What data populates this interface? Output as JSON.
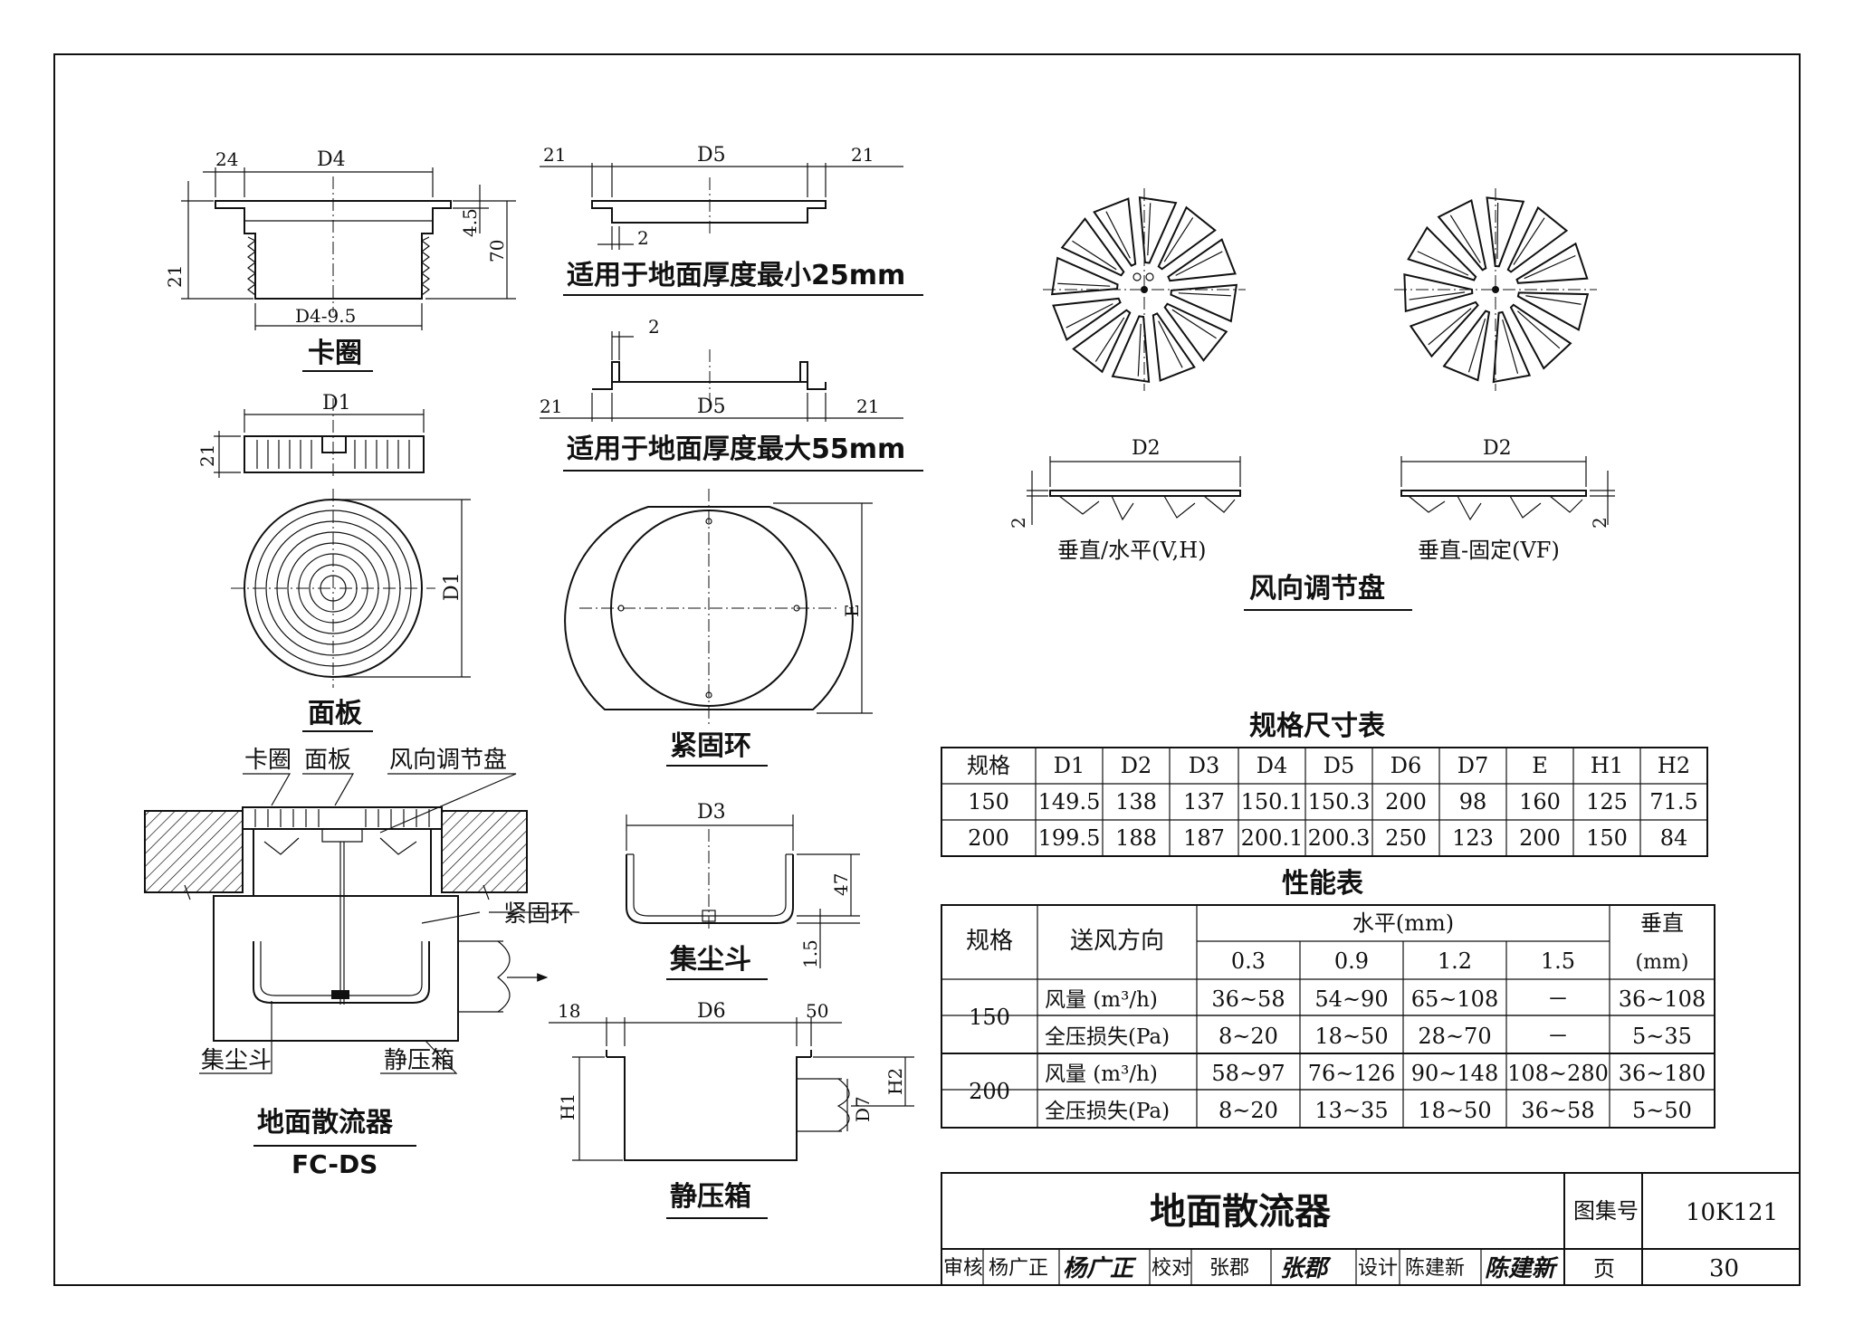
{
  "drawing_title": "地面散流器",
  "atlas_label": "图集号",
  "atlas_no": "10K121",
  "page_label": "页",
  "page_no": "30",
  "signatures": {
    "review_label": "审核",
    "reviewer": "杨广正",
    "reviewer_sig": "杨广正",
    "check_label": "校对",
    "checker": "张郡",
    "checker_sig": "张郡",
    "design_label": "设计",
    "designer": "陈建新",
    "designer_sig": "陈建新"
  },
  "parts": {
    "clamp_ring": {
      "title": "卡圈",
      "d4": "D4",
      "d4_minus": "D4-9.5",
      "dim24": "24",
      "dim21": "21",
      "dim45": "4.5",
      "dim70": "70"
    },
    "panel": {
      "title": "面板",
      "d1": "D1",
      "dim21": "21"
    },
    "install_min": {
      "caption": "适用于地面厚度最小25mm",
      "d5": "D5",
      "dim21a": "21",
      "dim21b": "21",
      "dim2": "2"
    },
    "install_max": {
      "caption": "适用于地面厚度最大55mm",
      "d5": "D5",
      "dim21a": "21",
      "dim21b": "21",
      "dim2": "2"
    },
    "fixing_ring": {
      "title": "紧固环",
      "e": "E"
    },
    "dust_bucket": {
      "title": "集尘斗",
      "d3": "D3",
      "dim47": "47",
      "dim15": "1.5"
    },
    "plenum_box": {
      "title": "静压箱",
      "d6": "D6",
      "dim18": "18",
      "dim50": "50",
      "h1": "H1",
      "h2": "H2",
      "d7": "D7"
    },
    "assembly": {
      "title": "地面散流器",
      "model": "FC-DS",
      "lbl_clamp": "卡圈",
      "lbl_panel": "面板",
      "lbl_damper": "风向调节盘",
      "lbl_fixring": "紧固环",
      "lbl_dust": "集尘斗",
      "lbl_box": "静压箱"
    },
    "damper": {
      "title": "风向调节盘",
      "d2a": "D2",
      "d2b": "D2",
      "dim2a": "2",
      "dim2b": "2",
      "cap_vh": "垂直/水平(V,H)",
      "cap_vf": "垂直-固定(VF)"
    }
  },
  "spec_table": {
    "title": "规格尺寸表",
    "headers": [
      "规格",
      "D1",
      "D2",
      "D3",
      "D4",
      "D5",
      "D6",
      "D7",
      "E",
      "H1",
      "H2"
    ],
    "rows": [
      [
        "150",
        "149.5",
        "138",
        "137",
        "150.1",
        "150.3",
        "200",
        "98",
        "160",
        "125",
        "71.5"
      ],
      [
        "200",
        "199.5",
        "188",
        "187",
        "200.1",
        "200.3",
        "250",
        "123",
        "200",
        "150",
        "84"
      ]
    ]
  },
  "perf_table": {
    "title": "性能表",
    "h_spec": "规格",
    "h_dir": "送风方向",
    "h_horizontal": "水平(mm)",
    "h_vertical": "垂直",
    "h_vertical_unit": "(mm)",
    "sub_cols": [
      "0.3",
      "0.9",
      "1.2",
      "1.5"
    ],
    "row_labels": [
      "风量  (m³/h)",
      "全压损失(Pa)"
    ],
    "groups": [
      {
        "spec": "150",
        "rows": [
          [
            "36~58",
            "54~90",
            "65~108",
            "－",
            "36~108"
          ],
          [
            "8~20",
            "18~50",
            "28~70",
            "－",
            "5~35"
          ]
        ]
      },
      {
        "spec": "200",
        "rows": [
          [
            "58~97",
            "76~126",
            "90~148",
            "108~280",
            "36~180"
          ],
          [
            "8~20",
            "13~35",
            "18~50",
            "36~58",
            "5~50"
          ]
        ]
      }
    ]
  }
}
